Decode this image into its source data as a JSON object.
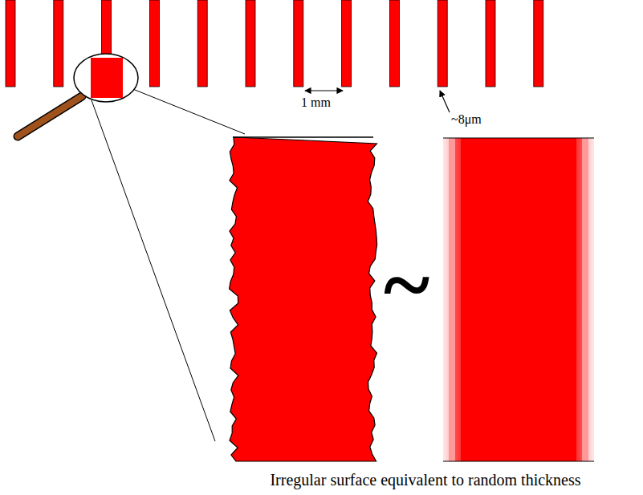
{
  "diagram": {
    "caption": "Irregular surface equivalent to random thickness",
    "labels": [
      "1 mm",
      "~8μm",
      "~"
    ]
  }
}
